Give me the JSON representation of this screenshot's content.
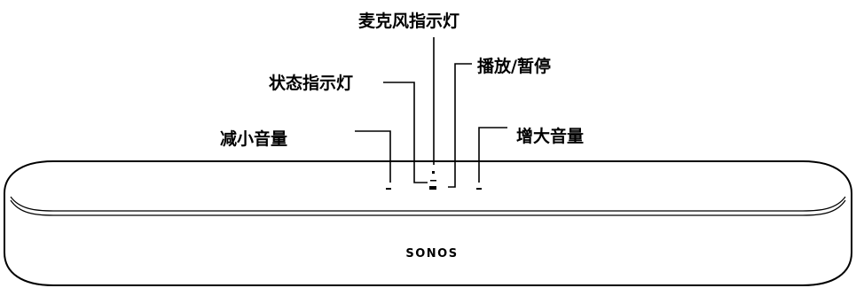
{
  "labels": {
    "mic_indicator": "麦克风指示灯",
    "status_indicator": "状态指示灯",
    "play_pause": "播放/暂停",
    "volume_down": "减小音量",
    "volume_up": "增大音量"
  },
  "device": {
    "brand": "SONOS"
  },
  "colors": {
    "line": "#000000",
    "background": "#ffffff"
  }
}
